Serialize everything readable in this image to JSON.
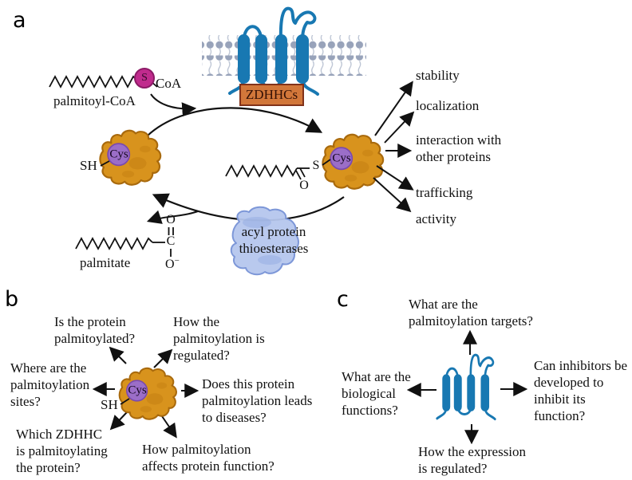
{
  "colors": {
    "protein_orange": "#d8931d",
    "protein_orange_border": "#a96a0d",
    "cys_purple": "#9b6ec8",
    "s_magenta": "#c02b8d",
    "helix_blue": "#1878b2",
    "zdhhc_box_fill": "#d2773a",
    "zdhhc_box_border": "#81321a",
    "apt_blue": "#b5c6ed",
    "lipid_gray": "#98a3ba",
    "arrow_black": "#111111"
  },
  "panel_a": {
    "label": "a",
    "palmitoyl_coa_label": "palmitoyl-CoA",
    "s_label": "S",
    "coa_label": "CoA",
    "zdhhcs_label": "ZDHHCs",
    "cys_label": "Cys",
    "sh_label": "SH",
    "thioester_s": "S",
    "thioester_o": "O",
    "apt_label": "acyl protein\nthioesterases",
    "palmitate_label": "palmitate",
    "carbon": "C",
    "oxygen_top": "O",
    "oxygen_bottom": "O",
    "minus": "−",
    "outcomes": [
      "stability",
      "localization",
      "interaction with\nother proteins",
      "trafficking",
      "activity"
    ]
  },
  "panel_b": {
    "label": "b",
    "cys_label": "Cys",
    "sh_label": "SH",
    "questions": {
      "top_left": "Is the protein\npalmitoylated?",
      "top_right": "How the\npalmitoylation is\nregulated?",
      "left": "Where are the\npalmitoylation\nsites?",
      "right": "Does this protein\npalmitoylation leads\nto diseases?",
      "bottom_left": "Which ZDHHC\nis palmitoylating\nthe protein?",
      "bottom_right": "How palmitoylation\naffects protein function?"
    }
  },
  "panel_c": {
    "label": "c",
    "questions": {
      "top": "What are the\npalmitoylation targets?",
      "left": "What are the\nbiological\nfunctions?",
      "right": "Can inhibitors be\ndeveloped to\ninhibit its\nfunction?",
      "bottom": "How the expression\nis regulated?"
    }
  }
}
